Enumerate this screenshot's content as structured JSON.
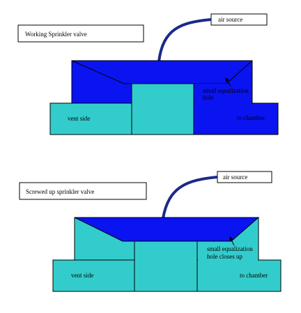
{
  "colors": {
    "blue": "#0a14f0",
    "teal": "#33cccc",
    "outline": "#000000",
    "tube": "#1a2a8a",
    "background": "#ffffff"
  },
  "top": {
    "title": "Working Sprinkler valve",
    "air_source": "air source",
    "hole_label": [
      "small equalization",
      "hole"
    ],
    "vent_side": "vent side",
    "to_chamber": "to chamber"
  },
  "bottom": {
    "title": "Screwed up sprinkler valve",
    "air_source": "air source",
    "hole_label": [
      "small equalization",
      "hole closes up"
    ],
    "vent_side": "vent side",
    "to_chamber": "to chamber"
  }
}
